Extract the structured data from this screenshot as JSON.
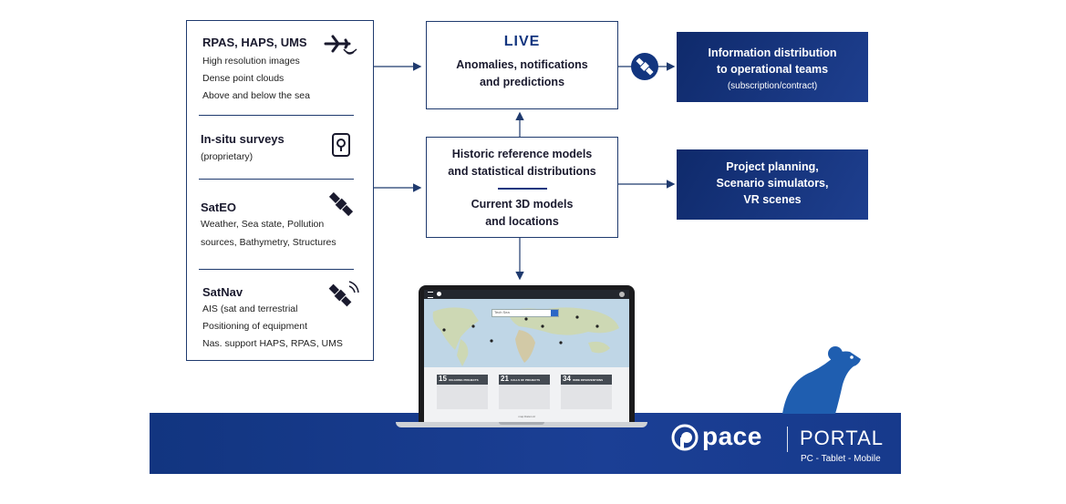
{
  "sources": {
    "rpas": {
      "title": "RPAS, HAPS, UMS",
      "lines": [
        "High resolution images",
        "Dense point clouds",
        "Above and below the sea"
      ],
      "icon": "drone-icon"
    },
    "insitu": {
      "title": "In-situ surveys",
      "lines": [
        "(proprietary)"
      ],
      "icon": "map-pin-icon"
    },
    "sateo": {
      "title": "SatEO",
      "lines": [
        "Weather, Sea state, Pollution",
        "sources, Bathymetry, Structures"
      ],
      "icon": "satellite-icon"
    },
    "satnav": {
      "title": "SatNav",
      "lines": [
        "AIS (sat and terrestrial",
        "Positioning of equipment",
        "Nas. support HAPS, RPAS, UMS"
      ],
      "icon": "satellite-signal-icon"
    }
  },
  "live": {
    "title": "LIVE",
    "line1": "Anomalies, notifications",
    "line2": "and predictions"
  },
  "models": {
    "line1": "Historic reference models",
    "line2": "and statistical distributions",
    "line3": "Current 3D models",
    "line4": "and locations"
  },
  "outputs": {
    "info": {
      "line1": "Information distribution",
      "line2": "to operational teams",
      "sub": "(subscription/contract)"
    },
    "planning": {
      "line1": "Project planning,",
      "line2": "Scenario simulators,",
      "line3": "VR scenes"
    }
  },
  "laptop": {
    "search_value": "Tech Sea",
    "stats": [
      {
        "number": "15",
        "label": "ON-GOING PROJECTS"
      },
      {
        "number": "21",
        "label": "CALLS OF PROJECTS"
      },
      {
        "number": "34",
        "label": "WIRE INTERVENTIONS"
      }
    ],
    "footer": "map Data Ltd"
  },
  "banner": {
    "brand": "pace",
    "product": "PORTAL",
    "tagline": "PC - Tablet - Mobile"
  },
  "colors": {
    "navy": "#0f2a6b",
    "banner": "#1b3f95",
    "mascot": "#1f5eb0"
  }
}
